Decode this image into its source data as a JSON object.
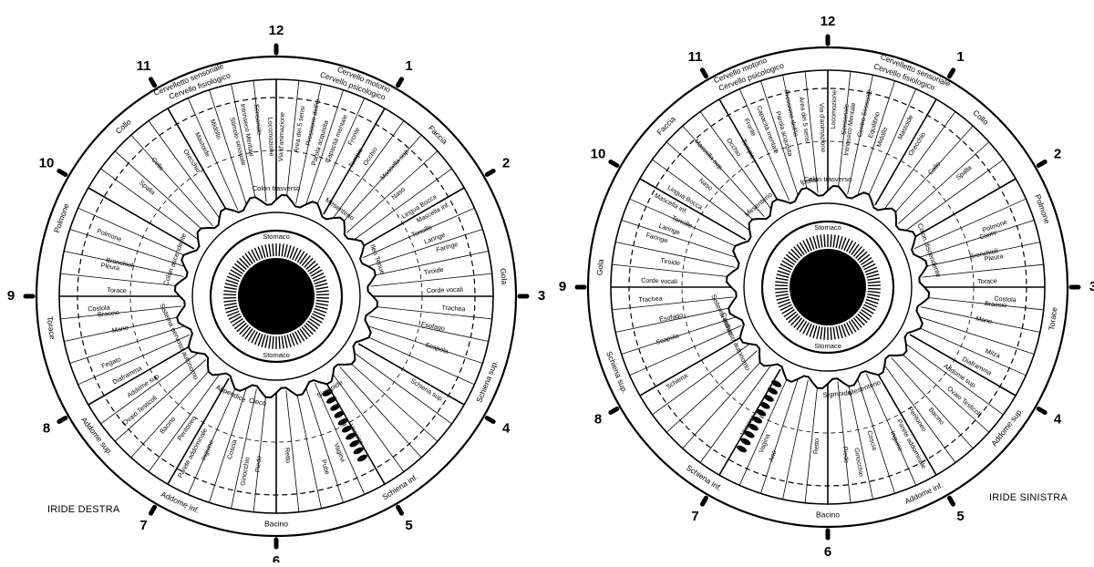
{
  "colors": {
    "ink": "#000000",
    "paper": "#ffffff"
  },
  "right_iris": {
    "caption": "IRIDE DESTRA",
    "clock_numbers": [
      "12",
      "1",
      "2",
      "3",
      "4",
      "5",
      "6",
      "7",
      "8",
      "9",
      "10",
      "11"
    ],
    "outer_labels": [
      {
        "text": "Cervello motorio",
        "angle": 22
      },
      {
        "text": "Cervello psicologico",
        "angle": 20
      },
      {
        "text": "Cervelletto sensoriale",
        "angle": -22
      },
      {
        "text": "Cervello fisiologico",
        "angle": -20
      },
      {
        "text": "Faccia",
        "angle": 45
      },
      {
        "text": "Gola",
        "angle": 85
      },
      {
        "text": "Schiena sup.",
        "angle": 112
      },
      {
        "text": "Schiena inf.",
        "angle": 147
      },
      {
        "text": "Bacino",
        "angle": 180
      },
      {
        "text": "Addome inf.",
        "angle": 205
      },
      {
        "text": "Addome sup.",
        "angle": 232
      },
      {
        "text": "Torace",
        "angle": 262
      },
      {
        "text": "Polmone",
        "angle": 290
      },
      {
        "text": "Collo",
        "angle": 318
      }
    ],
    "inner_labels": [
      {
        "text": "Via d'animazione",
        "angle": 2
      },
      {
        "text": "Area dei 5 sensi",
        "angle": 8
      },
      {
        "text": "Pressione dell'io",
        "angle": 12
      },
      {
        "text": "Parola acquisita",
        "angle": 16
      },
      {
        "text": "Capacità mentale",
        "angle": 21
      },
      {
        "text": "Fronte",
        "angle": 26
      },
      {
        "text": "Tempia",
        "angle": 30
      },
      {
        "text": "Occhio",
        "angle": 34
      },
      {
        "text": "Mascella sup.",
        "angle": 42
      },
      {
        "text": "Naso",
        "angle": 50
      },
      {
        "text": "Lingua Bocca",
        "angle": 58
      },
      {
        "text": "Mascella inf.",
        "angle": 62
      },
      {
        "text": "Tonsille",
        "angle": 66
      },
      {
        "text": "Laringe",
        "angle": 70
      },
      {
        "text": "Faringe",
        "angle": 74
      },
      {
        "text": "Tiroide",
        "angle": 81
      },
      {
        "text": "Corde vocali",
        "angle": 88
      },
      {
        "text": "Trachea",
        "angle": 94
      },
      {
        "text": "Esofago",
        "angle": 101
      },
      {
        "text": "Scapola",
        "angle": 108
      },
      {
        "text": "Schiena sup.",
        "angle": 122
      },
      {
        "text": "Vescica",
        "angle": 150
      },
      {
        "text": "Vagina",
        "angle": 158
      },
      {
        "text": "Pube",
        "angle": 164
      },
      {
        "text": "Retto",
        "angle": 176
      },
      {
        "text": "Piede",
        "angle": 186
      },
      {
        "text": "Ginocchio",
        "angle": 190
      },
      {
        "text": "Coscia",
        "angle": 196
      },
      {
        "text": "Inguine",
        "angle": 204
      },
      {
        "text": "Parete addominale",
        "angle": 208
      },
      {
        "text": "Peritoneo",
        "angle": 214
      },
      {
        "text": "Bacino",
        "angle": 220
      },
      {
        "text": "Ovaio Testicoli",
        "angle": 230
      },
      {
        "text": "Addome sup.",
        "angle": 236
      },
      {
        "text": "Diaframma",
        "angle": 242
      },
      {
        "text": "Fegato",
        "angle": 248
      },
      {
        "text": "Mano",
        "angle": 258
      },
      {
        "text": "Braccio",
        "angle": 264
      },
      {
        "text": "Costola",
        "angle": 266
      },
      {
        "text": "Torace",
        "angle": 272
      },
      {
        "text": "Pleura",
        "angle": 280
      },
      {
        "text": "Polmone",
        "angle": 290
      },
      {
        "text": "Bronchioli",
        "angle": 282
      },
      {
        "text": "Spalla",
        "angle": 310
      },
      {
        "text": "Collo",
        "angle": 318
      },
      {
        "text": "Orecchio",
        "angle": 328
      },
      {
        "text": "Mastoide",
        "angle": 334
      },
      {
        "text": "Midollo",
        "angle": 340
      },
      {
        "text": "Stimolo sessuale",
        "angle": 346
      },
      {
        "text": "Intrinseco Mentale",
        "angle": 350
      },
      {
        "text": "Sensoriale",
        "angle": 354
      },
      {
        "text": "Locomozione",
        "angle": 358
      }
    ],
    "collarette_labels": [
      {
        "text": "Colon trasverso",
        "angle": 0
      },
      {
        "text": "Mesenterio",
        "angle": 36
      },
      {
        "text": "Colon ascendente",
        "angle": 290
      },
      {
        "text": "Sistema nervoso autonomo",
        "angle": 245
      },
      {
        "text": "Cieco",
        "angle": 190
      },
      {
        "text": "Appendice",
        "angle": 205
      },
      {
        "text": "Sigmoide",
        "angle": 150
      },
      {
        "text": "Ileo Tenue",
        "angle": 70
      }
    ],
    "pupil_labels": [
      {
        "text": "Stomaco",
        "angle": 0
      },
      {
        "text": "Stomaco",
        "angle": 180
      }
    ]
  },
  "left_iris": {
    "caption": "IRIDE SINISTRA",
    "clock_numbers": [
      "12",
      "1",
      "2",
      "3",
      "4",
      "5",
      "6",
      "7",
      "8",
      "9",
      "10",
      "11"
    ],
    "outer_labels": [
      {
        "text": "Cervello motorio",
        "angle": -22
      },
      {
        "text": "Cervello psicologico",
        "angle": -20
      },
      {
        "text": "Cervelletto sensoriale",
        "angle": 22
      },
      {
        "text": "Cervello fisiologico",
        "angle": 20
      },
      {
        "text": "Faccia",
        "angle": 315
      },
      {
        "text": "Gola",
        "angle": 275
      },
      {
        "text": "Schiena sup.",
        "angle": 248
      },
      {
        "text": "Schiena inf.",
        "angle": 213
      },
      {
        "text": "Bacino",
        "angle": 180
      },
      {
        "text": "Addome inf.",
        "angle": 155
      },
      {
        "text": "Addome sup.",
        "angle": 128
      },
      {
        "text": "Torace",
        "angle": 98
      },
      {
        "text": "Polmone",
        "angle": 70
      },
      {
        "text": "Collo",
        "angle": 42
      }
    ],
    "inner_labels": [
      {
        "text": "Via d'animazione",
        "angle": 358
      },
      {
        "text": "Area dei 5 sensi",
        "angle": 352
      },
      {
        "text": "Pressione dell'io",
        "angle": 348
      },
      {
        "text": "Parola acquisita",
        "angle": 344
      },
      {
        "text": "Capacità mentale",
        "angle": 339
      },
      {
        "text": "Fronte",
        "angle": 334
      },
      {
        "text": "Tempia",
        "angle": 330
      },
      {
        "text": "Occhio",
        "angle": 326
      },
      {
        "text": "Mascella sup.",
        "angle": 318
      },
      {
        "text": "Naso",
        "angle": 310
      },
      {
        "text": "Lingua Bocca",
        "angle": 302
      },
      {
        "text": "Mascella inf.",
        "angle": 298
      },
      {
        "text": "Tonsille",
        "angle": 294
      },
      {
        "text": "Laringe",
        "angle": 290
      },
      {
        "text": "Faringe",
        "angle": 286
      },
      {
        "text": "Tiroide",
        "angle": 279
      },
      {
        "text": "Corde vocali",
        "angle": 272
      },
      {
        "text": "Trachea",
        "angle": 266
      },
      {
        "text": "Esofago",
        "angle": 259
      },
      {
        "text": "Scapola",
        "angle": 252
      },
      {
        "text": "Schiena",
        "angle": 238
      },
      {
        "text": "Vescica",
        "angle": 210
      },
      {
        "text": "Vagina",
        "angle": 202
      },
      {
        "text": "Ano",
        "angle": 198
      },
      {
        "text": "Retto",
        "angle": 184
      },
      {
        "text": "Piede",
        "angle": 174
      },
      {
        "text": "Ginocchio",
        "angle": 170
      },
      {
        "text": "Coscia",
        "angle": 164
      },
      {
        "text": "Inguine",
        "angle": 156
      },
      {
        "text": "Parete addominale",
        "angle": 152
      },
      {
        "text": "Peritoneo",
        "angle": 146
      },
      {
        "text": "Bacino",
        "angle": 140
      },
      {
        "text": "Ovaio Testicoli",
        "angle": 130
      },
      {
        "text": "Addome sup.",
        "angle": 124
      },
      {
        "text": "Diaframma",
        "angle": 118
      },
      {
        "text": "Milza",
        "angle": 112
      },
      {
        "text": "Mano",
        "angle": 102
      },
      {
        "text": "Braccio",
        "angle": 96
      },
      {
        "text": "Costola",
        "angle": 94
      },
      {
        "text": "Torace",
        "angle": 88
      },
      {
        "text": "Pleura",
        "angle": 80
      },
      {
        "text": "Polmone",
        "angle": 70
      },
      {
        "text": "Bronchioli",
        "angle": 78
      },
      {
        "text": "Cuore",
        "angle": 72
      },
      {
        "text": "Spalla",
        "angle": 50
      },
      {
        "text": "Collo",
        "angle": 42
      },
      {
        "text": "Orecchio",
        "angle": 32
      },
      {
        "text": "Mastoide",
        "angle": 26
      },
      {
        "text": "Midollo",
        "angle": 20
      },
      {
        "text": "Equilibrio",
        "angle": 16
      },
      {
        "text": "Centro Sessuale",
        "angle": 12
      },
      {
        "text": "Intrinseco Mentale",
        "angle": 8
      },
      {
        "text": "Sensoriale",
        "angle": 6
      },
      {
        "text": "Locomozione",
        "angle": 2
      }
    ],
    "collarette_labels": [
      {
        "text": "Colon trasverso",
        "angle": 0
      },
      {
        "text": "Mesenterio",
        "angle": 320
      },
      {
        "text": "Colon discendente",
        "angle": 70
      },
      {
        "text": "Sistema nervoso autonomo",
        "angle": 245
      },
      {
        "text": "Sigmoide",
        "angle": 175
      },
      {
        "text": "Mesenterio",
        "angle": 160
      },
      {
        "text": "Ipofisi",
        "angle": 350
      },
      {
        "text": "Cardias",
        "angle": 250
      }
    ],
    "pupil_labels": [
      {
        "text": "Stomaco",
        "angle": 0
      },
      {
        "text": "Stomaco",
        "angle": 180
      }
    ]
  }
}
